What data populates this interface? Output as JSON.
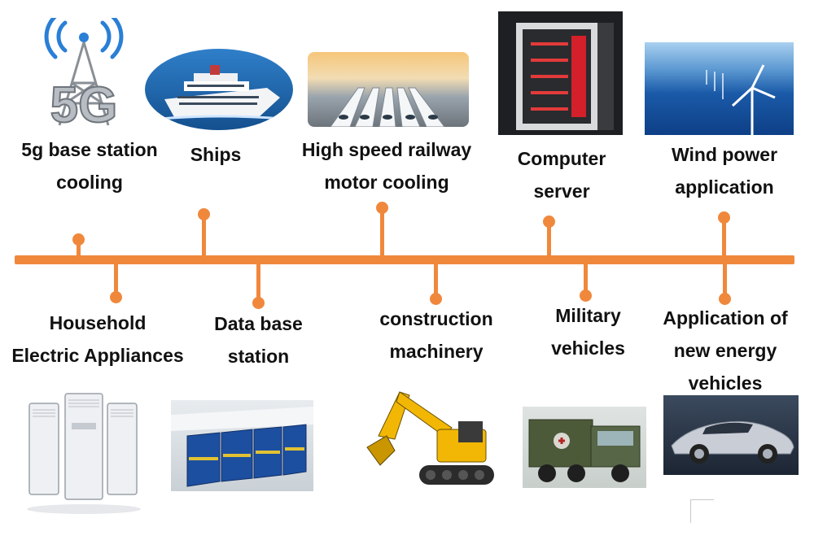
{
  "accent_color": "#F0883C",
  "top_items": [
    {
      "id": "5g",
      "lines": [
        "5g base station",
        "cooling"
      ],
      "icon": "5g-tower-icon"
    },
    {
      "id": "ships",
      "lines": [
        "Ships"
      ],
      "icon": "cruise-ship-image"
    },
    {
      "id": "railway",
      "lines": [
        "High speed railway",
        "motor cooling"
      ],
      "icon": "high-speed-trains-image"
    },
    {
      "id": "server",
      "lines": [
        "Computer",
        "server"
      ],
      "icon": "computer-server-image"
    },
    {
      "id": "wind",
      "lines": [
        "Wind power",
        "application"
      ],
      "icon": "wind-turbine-image"
    }
  ],
  "bottom_items": [
    {
      "id": "household",
      "lines": [
        "Household",
        "Electric Appliances"
      ],
      "icon": "air-conditioner-image"
    },
    {
      "id": "database",
      "lines": [
        "Data base",
        "station"
      ],
      "icon": "server-racks-image"
    },
    {
      "id": "construction",
      "lines": [
        "construction",
        "machinery"
      ],
      "icon": "excavator-image"
    },
    {
      "id": "military",
      "lines": [
        "Military",
        "vehicles"
      ],
      "icon": "military-truck-image"
    },
    {
      "id": "ev",
      "lines": [
        "Application of",
        "new energy",
        "vehicles"
      ],
      "icon": "electric-car-image"
    }
  ],
  "badge_text": "5G"
}
